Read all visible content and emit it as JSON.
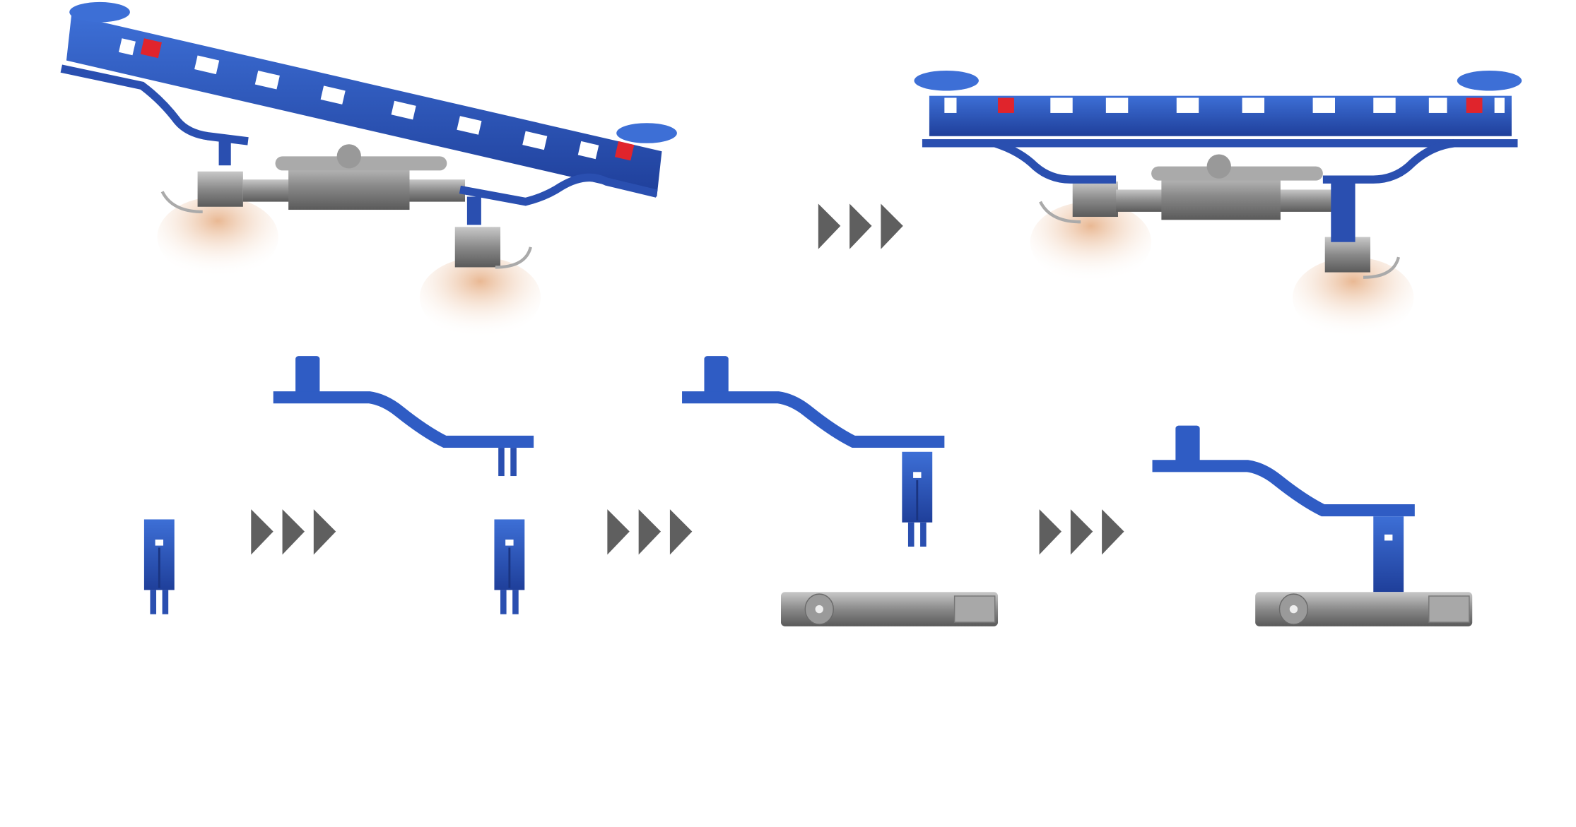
{
  "colors": {
    "device_blue": "#2a4fb0",
    "device_blue_light": "#3d6fd6",
    "metal_gray": "#8a8a8a",
    "skin": "#f1c9a8",
    "marker_red": "#e0242c",
    "arrow_gray": "#5f5f5f"
  },
  "steps": [
    {
      "name": "tilted-tray-attach"
    },
    {
      "name": "tray-seated"
    },
    {
      "name": "pin"
    },
    {
      "name": "arm-with-pin"
    },
    {
      "name": "arm-over-clamp"
    },
    {
      "name": "arm-seated-on-clamp"
    }
  ],
  "icons": [
    "triple-chevron-right-icon"
  ]
}
